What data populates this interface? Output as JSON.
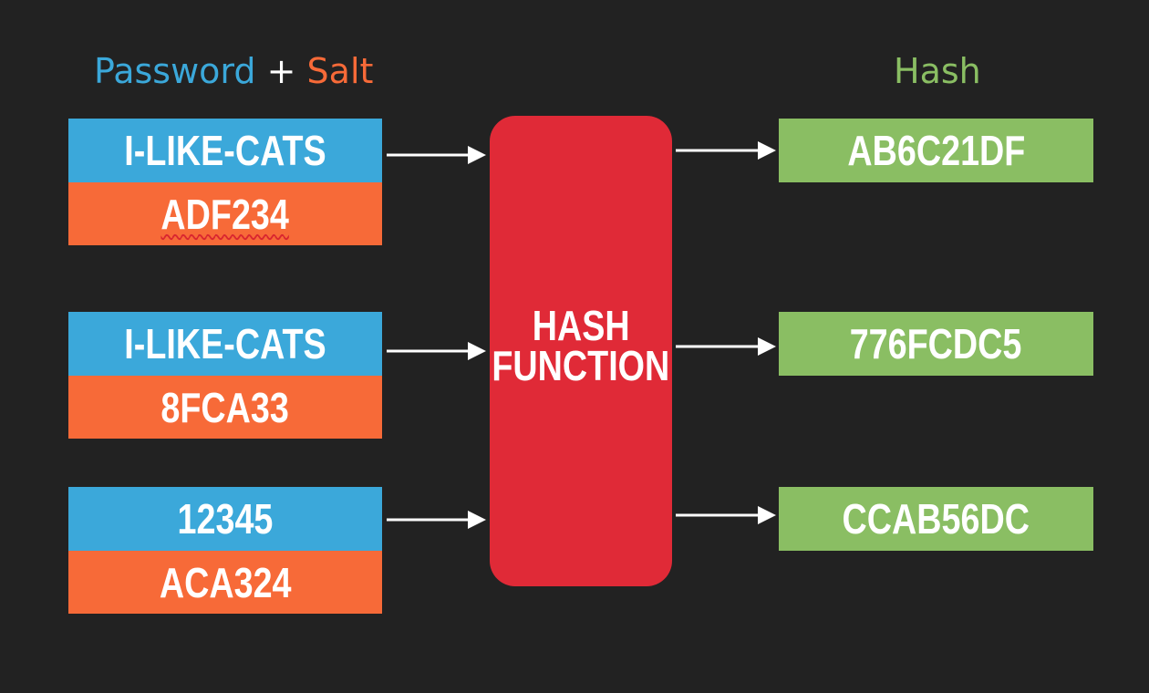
{
  "headers": {
    "password": "Password",
    "plus": "+",
    "salt": "Salt",
    "hash": "Hash"
  },
  "colors": {
    "background": "#222222",
    "password": "#3ba8da",
    "salt": "#f76a38",
    "hash": "#8abe63",
    "hash_function": "#e02a37",
    "text": "#ffffff"
  },
  "rows": [
    {
      "password": "I-LIKE-CATS",
      "salt": "ADF234",
      "hash": "AB6C21DF"
    },
    {
      "password": "I-LIKE-CATS",
      "salt": "8FCA33",
      "hash": "776FCDC5"
    },
    {
      "password": "12345",
      "salt": "ACA324",
      "hash": "CCAB56DC"
    }
  ],
  "hash_function": {
    "line1": "HASH",
    "line2": "FUNCTION"
  }
}
